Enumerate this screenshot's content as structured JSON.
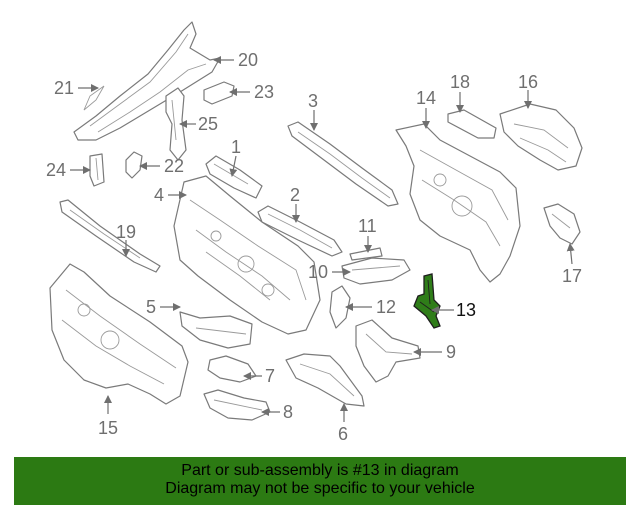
{
  "diagram": {
    "highlighted_part": "13",
    "callouts": [
      "1",
      "2",
      "3",
      "4",
      "5",
      "6",
      "7",
      "8",
      "9",
      "10",
      "11",
      "12",
      "13",
      "14",
      "15",
      "16",
      "17",
      "18",
      "19",
      "20",
      "21",
      "22",
      "23",
      "24",
      "25"
    ]
  },
  "banner": {
    "line1": "Part or sub-assembly is #13 in diagram",
    "line2": "Diagram may not be specific to your vehicle",
    "background_color": "#2c7a13"
  },
  "colors": {
    "highlight": "#2f7d19",
    "line": "#7a7a7a"
  }
}
